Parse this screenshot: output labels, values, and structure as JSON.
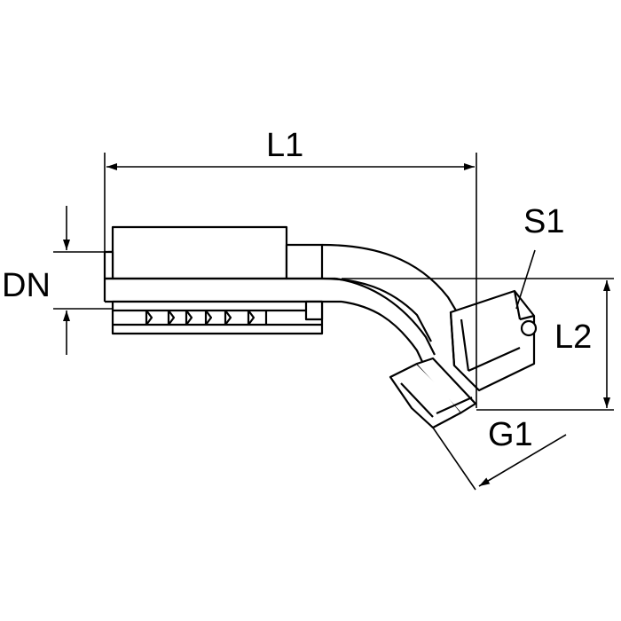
{
  "labels": {
    "l1": "L1",
    "l2": "L2",
    "dn": "DN",
    "s1": "S1",
    "g1": "G1"
  },
  "colors": {
    "line": "#000000",
    "background": "#ffffff"
  }
}
